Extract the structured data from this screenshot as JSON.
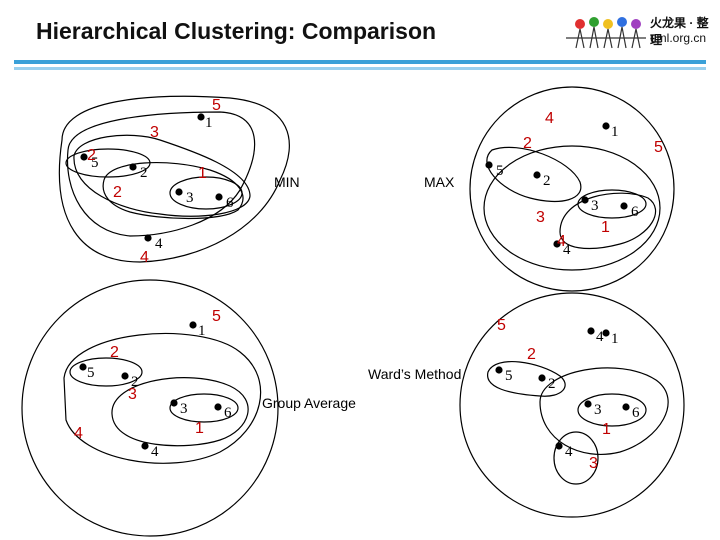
{
  "title": "Hierarchical Clustering: Comparison",
  "colors": {
    "bar_top": "#3aa0d8",
    "bar_bottom": "#9ad0ee",
    "merge_order": "#c00000"
  },
  "logo": {
    "line1": "火龙果 · 整理",
    "line2": "uml.org.cn"
  },
  "methods": {
    "min": "MIN",
    "max": "MAX",
    "ward": "Ward’s Method",
    "group_average": "Group Average"
  },
  "panels": {
    "min": {
      "points": [
        "1",
        "2",
        "3",
        "4",
        "5",
        "6"
      ],
      "merge_order": [
        "5",
        "3",
        "2",
        "1",
        "2",
        "4"
      ]
    },
    "max": {
      "points": [
        "1",
        "5",
        "2",
        "3",
        "6",
        "4"
      ],
      "merge_order": [
        "4",
        "5",
        "2",
        "3",
        "1",
        "4"
      ]
    },
    "group_average": {
      "points": [
        "1",
        "5",
        "2",
        "3",
        "6",
        "4"
      ],
      "merge_order": [
        "5",
        "2",
        "3",
        "4",
        "1"
      ]
    },
    "ward": {
      "points": [
        "4",
        "1",
        "5",
        "2",
        "3",
        "6",
        "4"
      ],
      "merge_order": [
        "5",
        "2",
        "1",
        "3"
      ]
    }
  }
}
